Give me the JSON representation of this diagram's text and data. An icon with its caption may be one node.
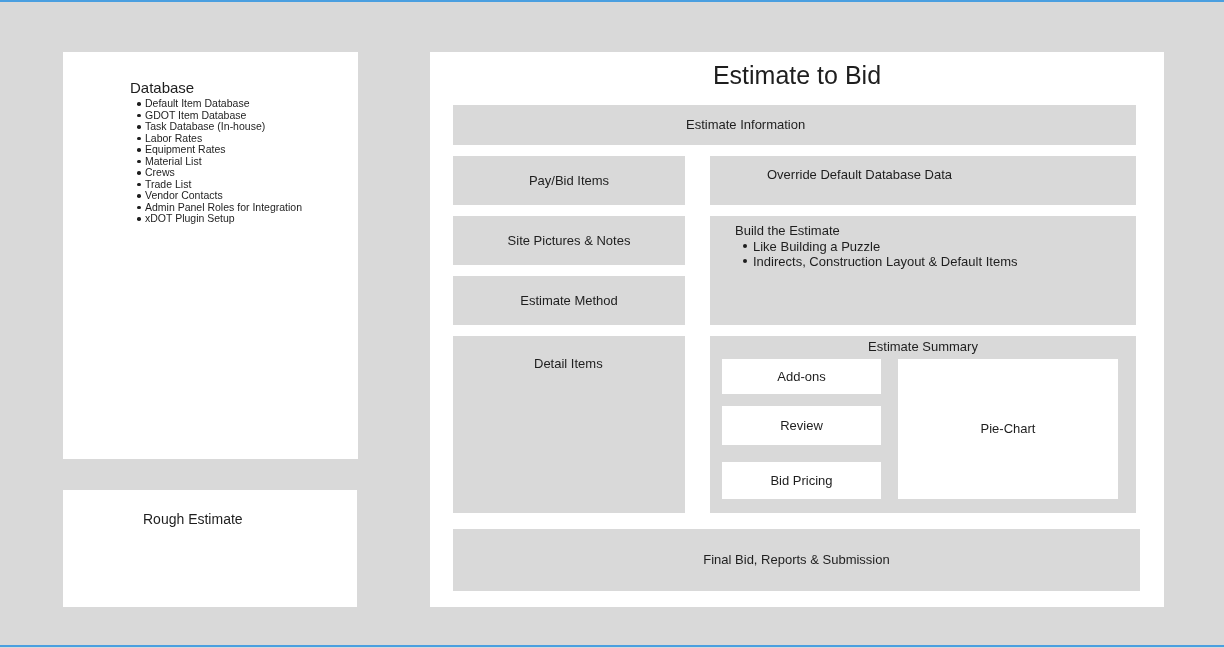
{
  "diagram": {
    "nodes": [
      {
        "text": [
          "Database",
          "Default Item Database",
          "GDOT Item Database",
          "Task Database (In-house)",
          "Labor Rates",
          "Equipment Rates",
          "Material List",
          "Crews",
          "Trade List",
          "Vendor Contacts",
          "Admin Panel Roles for Integration",
          "xDOT Plugin Setup"
        ]
      },
      {
        "text": [
          "Rough Estimate"
        ]
      },
      {
        "text": [
          "Estimate to Bid"
        ]
      },
      {
        "text": [
          "Estimate Information"
        ],
        "in": 2
      },
      {
        "text": [
          "Pay/Bid Items"
        ],
        "in": 2
      },
      {
        "text": [
          "Override Default Database Data"
        ],
        "in": 2
      },
      {
        "text": [
          "Site Pictures & Notes"
        ],
        "in": 2
      },
      {
        "text": [
          "Build the Estimate",
          "Like Building a Puzzle",
          "Indirects, Construction Layout & Default Items"
        ],
        "in": 2
      },
      {
        "text": [
          "Estimate Method"
        ],
        "in": 2
      },
      {
        "text": [
          "Detail Items"
        ],
        "in": 2
      },
      {
        "text": [
          "Estimate Summary"
        ],
        "in": 2
      },
      {
        "text": [
          "Add-ons"
        ],
        "in": 10
      },
      {
        "text": [
          "Review"
        ],
        "in": 10
      },
      {
        "text": [
          "Bid Pricing"
        ],
        "in": 10
      },
      {
        "text": [
          "Pie-Chart"
        ],
        "in": 10
      },
      {
        "text": [
          "Final Bid, Reports & Submission"
        ],
        "in": 2
      }
    ]
  }
}
